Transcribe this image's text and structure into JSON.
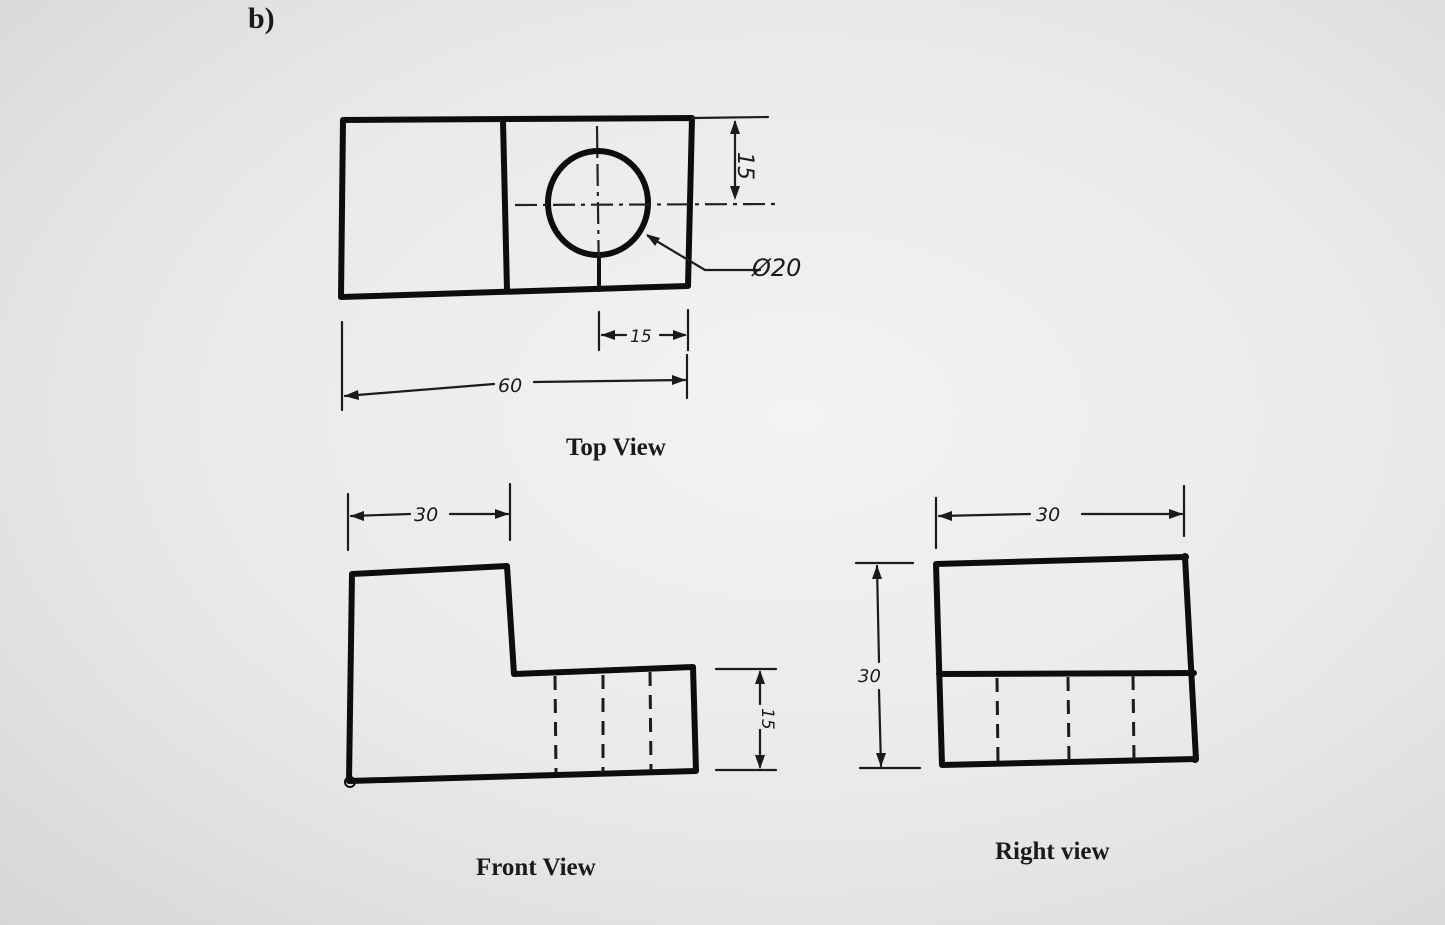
{
  "part_label": "b)",
  "views": {
    "top": {
      "title": "Top View",
      "dimensions": {
        "overall_length": "60",
        "hole_offset_x": "15",
        "hole_offset_y": "15",
        "hole_diameter": "Ø20"
      }
    },
    "front": {
      "title": "Front View",
      "dimensions": {
        "step_width": "30",
        "step_height": "15"
      }
    },
    "right": {
      "title": "Right view",
      "dimensions": {
        "width": "30",
        "height": "30"
      }
    }
  }
}
